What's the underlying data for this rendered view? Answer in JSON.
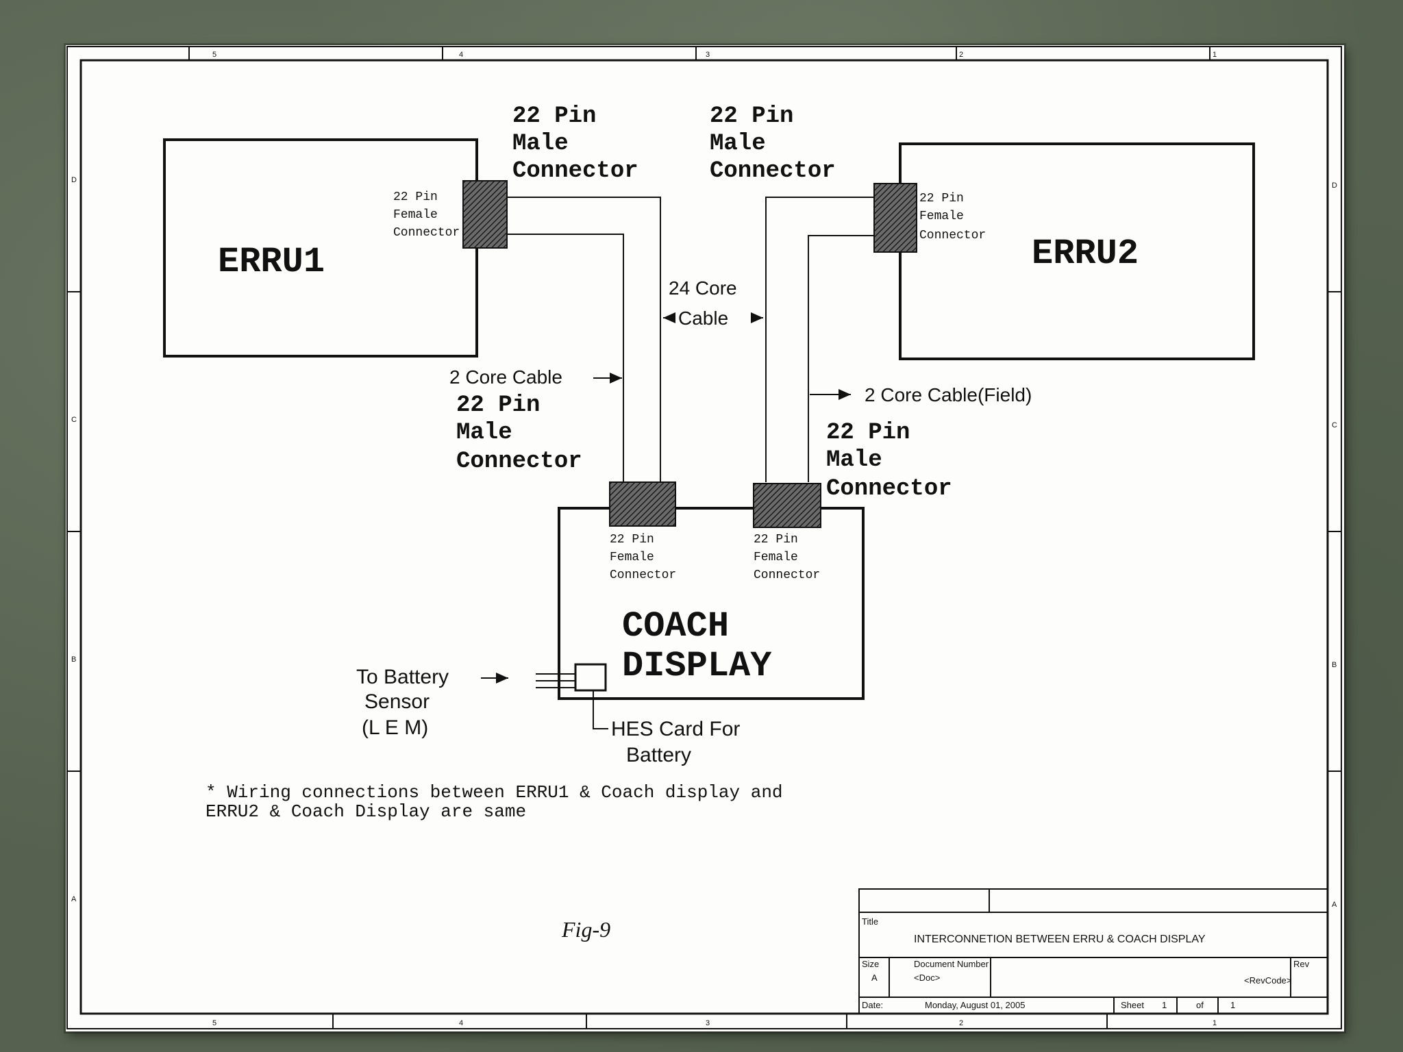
{
  "diagram": {
    "blocks": {
      "erru1": "ERRU1",
      "erru2": "ERRU2",
      "coach_line1": "COACH",
      "coach_line2": "DISPLAY"
    },
    "male_connector_label": [
      "22 Pin",
      "Male",
      "Connector"
    ],
    "female_connector_label": [
      "22 Pin",
      "Female",
      "Connector"
    ],
    "cable_24_core": [
      "24 Core",
      "Cable"
    ],
    "cable_2_core": "2 Core Cable",
    "cable_2_core_field": "2 Core Cable(Field)",
    "battery_sensor": [
      "To Battery",
      "Sensor",
      "(L E M)"
    ],
    "hes_card": [
      "HES Card For",
      "Battery"
    ],
    "note": [
      "* Wiring connections between ERRU1 & Coach display and",
      "ERRU2 & Coach Display are same"
    ],
    "figure_label": "Fig-9"
  },
  "title_block": {
    "title_label": "Title",
    "title": "INTERCONNETION BETWEEN ERRU & COACH DISPLAY",
    "size_label": "Size",
    "size": "A",
    "doc_number_label": "Document Number",
    "doc_number": "<Doc>",
    "rev_label": "Rev",
    "rev": "<RevCode>",
    "date_label": "Date:",
    "date": "Monday, August 01, 2005",
    "sheet_label": "Sheet",
    "sheet": "1",
    "of_label": "of",
    "sheet_total": "1"
  },
  "border": {
    "top_zones": [
      "5",
      "4",
      "3",
      "2",
      "1"
    ],
    "bottom_zones": [
      "5",
      "4",
      "3",
      "2",
      "1"
    ],
    "side_zones": [
      "D",
      "C",
      "B",
      "A"
    ]
  }
}
